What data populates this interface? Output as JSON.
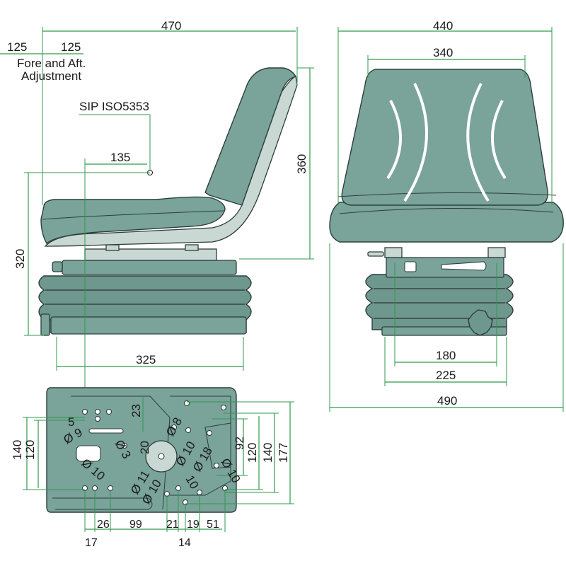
{
  "side_view": {
    "overall_width": "470",
    "fore_aft_left": "125",
    "fore_aft_right": "125",
    "fore_aft_label_line1": "Fore and Aft.",
    "fore_aft_label_line2": "Adjustment",
    "sip_label": "SIP ISO5353",
    "sip_offset": "135",
    "back_height": "360",
    "seat_height": "320",
    "base_depth": "325"
  },
  "front_view": {
    "overall_width": "440",
    "backrest_width": "340",
    "rail_spacing": "180",
    "base_width": "225",
    "cushion_width": "490"
  },
  "mounting_plate": {
    "top_23": "23",
    "left_5": "5",
    "dia_9": "Ø 9",
    "dia_3": "Ø 3",
    "dim_20": "20",
    "dia_8": "Ø 8",
    "dia_10_left": "Ø 10",
    "dia_10_a": "Ø 10",
    "dia_10_b": "10",
    "dia_10_right": "Ø 10",
    "dia_10_bottom": "Ø 10",
    "dia_11": "Ø 11",
    "dia_18": "Ø 18",
    "left_140": "140",
    "left_120": "120",
    "right_92": "92",
    "right_120": "120",
    "right_140": "140",
    "right_177": "177",
    "bottom_26": "26",
    "bottom_99": "99",
    "bottom_21": "21",
    "bottom_19": "19",
    "bottom_51": "51",
    "bottom_17": "17",
    "bottom_14": "14"
  },
  "colors": {
    "seat": "#7aa39a",
    "dimension_line": "#2f9a4c",
    "text": "#1a1a1a"
  }
}
